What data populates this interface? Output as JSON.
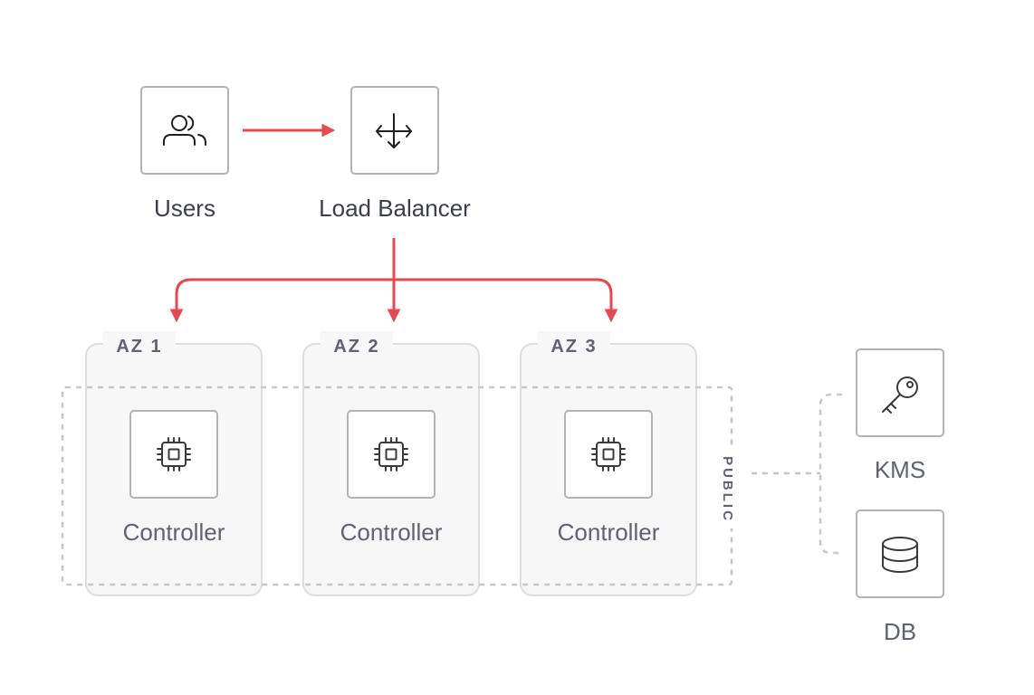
{
  "nodes": {
    "users": "Users",
    "load_balancer": "Load Balancer",
    "kms": "KMS",
    "db": "DB"
  },
  "availability_zones": [
    {
      "label": "AZ 1",
      "node": "Controller"
    },
    {
      "label": "AZ 2",
      "node": "Controller"
    },
    {
      "label": "AZ 3",
      "node": "Controller"
    }
  ],
  "public_zone": {
    "label": "PUBLIC"
  },
  "icons": {
    "users": "users-icon",
    "load_balancer": "move-arrows-icon",
    "controller": "cpu-chip-icon",
    "kms": "key-icon",
    "db": "database-icon"
  },
  "colors": {
    "flow_arrow": "#e5484d",
    "box_border": "#b3b3b3",
    "zone_fill": "#f7f7f7",
    "zone_border": "#dedede",
    "dashed": "#c7c7c7",
    "text_dark": "#3c3f4a",
    "text_muted": "#5f6370"
  }
}
